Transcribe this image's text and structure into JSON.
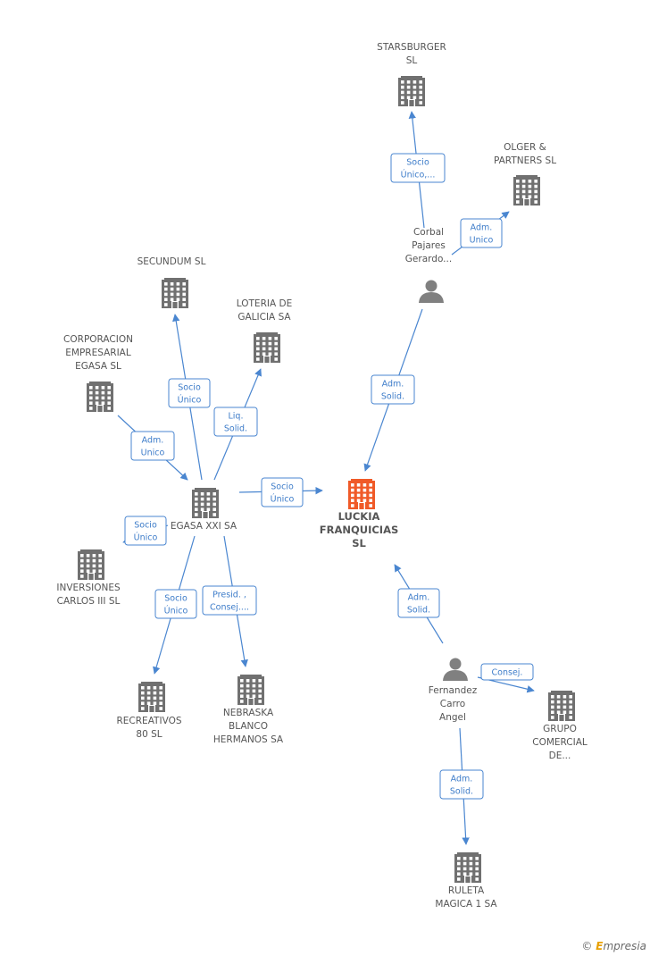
{
  "nodes": [
    {
      "id": "luckia",
      "type": "company",
      "main": true,
      "label": [
        "LUCKIA",
        "FRANQUICIAS",
        "SL"
      ]
    },
    {
      "id": "starsburger",
      "type": "company",
      "label": [
        "STARSBURGER",
        "SL"
      ]
    },
    {
      "id": "olger",
      "type": "company",
      "label": [
        "OLGER &",
        "PARTNERS  SL"
      ]
    },
    {
      "id": "corbal",
      "type": "person",
      "label": [
        "Corbal",
        "Pajares",
        "Gerardo..."
      ]
    },
    {
      "id": "secundum",
      "type": "company",
      "label": [
        "SECUNDUM  SL"
      ]
    },
    {
      "id": "loteria",
      "type": "company",
      "label": [
        "LOTERIA DE",
        "GALICIA SA"
      ]
    },
    {
      "id": "corporacion",
      "type": "company",
      "label": [
        "CORPORACION",
        "EMPRESARIAL",
        "EGASA SL"
      ]
    },
    {
      "id": "egasa",
      "type": "company",
      "label": [
        "EGASA XXI SA"
      ]
    },
    {
      "id": "inversiones",
      "type": "company",
      "label": [
        "INVERSIONES",
        "CARLOS III  SL"
      ]
    },
    {
      "id": "recreativos",
      "type": "company",
      "label": [
        "RECREATIVOS",
        "80 SL"
      ]
    },
    {
      "id": "nebraska",
      "type": "company",
      "label": [
        "NEBRASKA",
        "BLANCO",
        "HERMANOS SA"
      ]
    },
    {
      "id": "fernandez",
      "type": "person",
      "label": [
        "Fernandez",
        "Carro",
        "Angel"
      ]
    },
    {
      "id": "grupo",
      "type": "company",
      "label": [
        "GRUPO",
        "COMERCIAL",
        "DE..."
      ]
    },
    {
      "id": "ruleta",
      "type": "company",
      "label": [
        "RULETA",
        "MAGICA 1 SA"
      ]
    }
  ],
  "edges": [
    {
      "from": "corbal",
      "to": "starsburger",
      "label": [
        "Socio",
        "Único,..."
      ]
    },
    {
      "from": "corbal",
      "to": "olger",
      "label": [
        "Adm.",
        "Unico"
      ]
    },
    {
      "from": "corbal",
      "to": "luckia",
      "label": [
        "Adm.",
        "Solid."
      ]
    },
    {
      "from": "egasa",
      "to": "secundum",
      "label": [
        "Socio",
        "Único"
      ]
    },
    {
      "from": "egasa",
      "to": "loteria",
      "label": [
        "Liq.",
        "Solid."
      ]
    },
    {
      "from": "corporacion",
      "to": "egasa",
      "label": [
        "Adm.",
        "Unico"
      ]
    },
    {
      "from": "egasa",
      "to": "luckia",
      "label": [
        "Socio",
        "Único"
      ]
    },
    {
      "from": "egasa",
      "to": "inversiones",
      "label": [
        "Socio",
        "Único"
      ]
    },
    {
      "from": "egasa",
      "to": "recreativos",
      "label": [
        "Socio",
        "Único"
      ]
    },
    {
      "from": "egasa",
      "to": "nebraska",
      "label": [
        "Presid. ,",
        "Consej...."
      ]
    },
    {
      "from": "fernandez",
      "to": "luckia",
      "label": [
        "Adm.",
        "Solid."
      ]
    },
    {
      "from": "fernandez",
      "to": "grupo",
      "label": [
        "Consej."
      ]
    },
    {
      "from": "fernandez",
      "to": "ruleta",
      "label": [
        "Adm.",
        "Solid."
      ]
    }
  ],
  "colors": {
    "edge": "#4a86d0",
    "company_icon": "#707070",
    "main_icon": "#f05a28",
    "person_icon": "#808080",
    "brand_accent": "#e8a000"
  },
  "footer": {
    "copyright_symbol": "©",
    "brand_first": "E",
    "brand_rest": "mpresia"
  }
}
